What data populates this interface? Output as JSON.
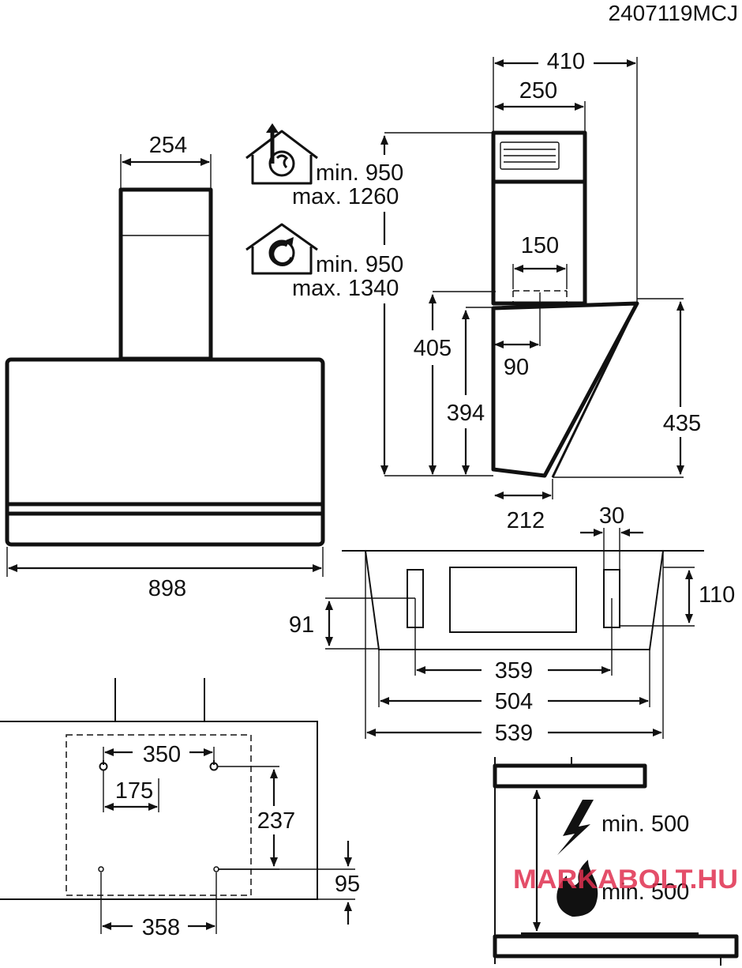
{
  "document": {
    "code": "2407119MCJ",
    "watermark": "MARKABOLT.HU"
  },
  "front_view": {
    "chimney_width": "254",
    "total_width": "898"
  },
  "ceiling_heights": {
    "extraction": {
      "icon": "house-extraction-icon",
      "min": "min. 950",
      "max": "max. 1260"
    },
    "recirculation": {
      "icon": "house-recirculation-icon",
      "min": "min. 950",
      "max": "max. 1340"
    }
  },
  "side_view": {
    "top_depth": "410",
    "chimney_depth": "250",
    "outlet_width": "150",
    "outlet_offset": "90",
    "height_left": "405",
    "height_inner": "394",
    "height_right": "435",
    "bottom_depth": "212"
  },
  "top_view": {
    "slot_width": "30",
    "slot_height": "110",
    "bracket_height": "91",
    "inner_span": "359",
    "bottom_width": "504",
    "top_width": "539"
  },
  "mounting": {
    "hole_span": "350",
    "half_span": "175",
    "vertical_spacing": "237",
    "bottom_offset": "95",
    "lower_span": "358"
  },
  "clearance": {
    "electric_icon": "lightning-icon",
    "electric_min": "min. 500",
    "gas_icon": "flame-icon",
    "gas_min": "min. 500"
  }
}
